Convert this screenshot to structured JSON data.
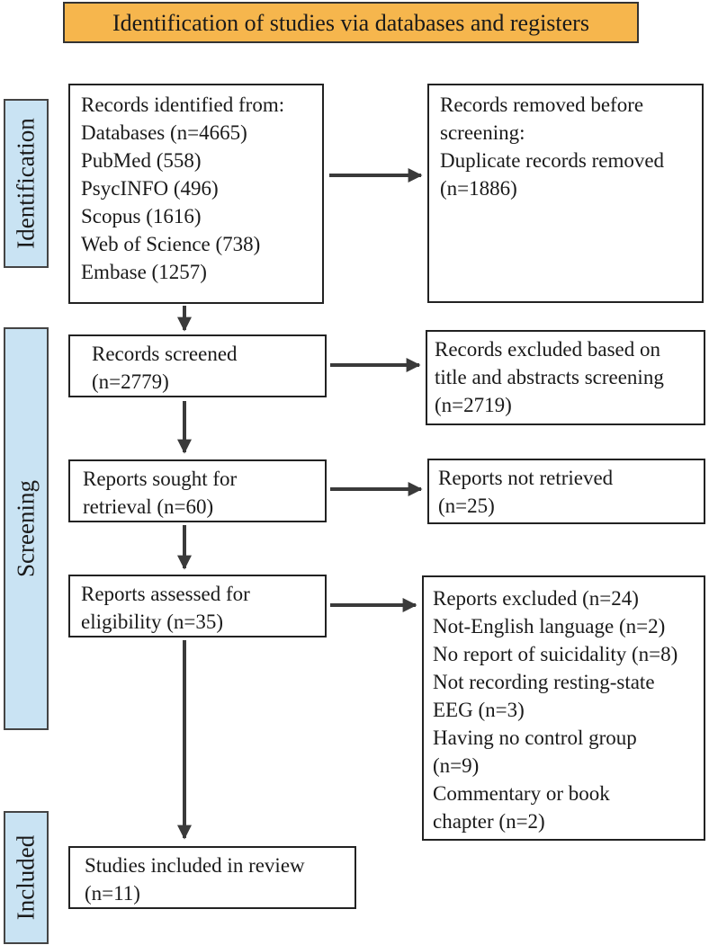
{
  "header": {
    "title": "Identification of studies via databases and registers"
  },
  "phases": {
    "identification": "Identification",
    "screening": "Screening",
    "included": "Included"
  },
  "identified": {
    "lines": [
      "Records identified from:",
      "Databases (n=4665)",
      "PubMed (558)",
      "PsycINFO (496)",
      "Scopus (1616)",
      "Web of Science (738)",
      "Embase (1257)"
    ]
  },
  "removed": {
    "lines": [
      "Records removed before",
      "screening:",
      "Duplicate records removed",
      "(n=1886)"
    ]
  },
  "screened": {
    "lines": [
      "Records screened",
      "(n=2779)"
    ]
  },
  "excluded_screening": {
    "lines": [
      "Records excluded based on",
      "title and abstracts screening",
      "(n=2719)"
    ]
  },
  "sought": {
    "lines": [
      "Reports sought for",
      "retrieval (n=60)"
    ]
  },
  "not_retrieved": {
    "lines": [
      "Reports not retrieved",
      "(n=25)"
    ]
  },
  "assessed": {
    "lines": [
      "Reports assessed for",
      "eligibility (n=35)"
    ]
  },
  "reports_excluded": {
    "lines": [
      "Reports excluded (n=24)",
      "Not-English language (n=2)",
      "No report of suicidality (n=8)",
      "Not recording resting-state",
      "EEG (n=3)",
      "Having no control group",
      "(n=9)",
      "Commentary or book",
      "chapter (n=2)"
    ]
  },
  "included_box": {
    "lines": [
      "Studies included in review",
      "(n=11)"
    ]
  },
  "colors": {
    "header_fill": "#f6b64d",
    "phase_fill": "#c9e3f3",
    "arrow": "#3a3a3a"
  }
}
